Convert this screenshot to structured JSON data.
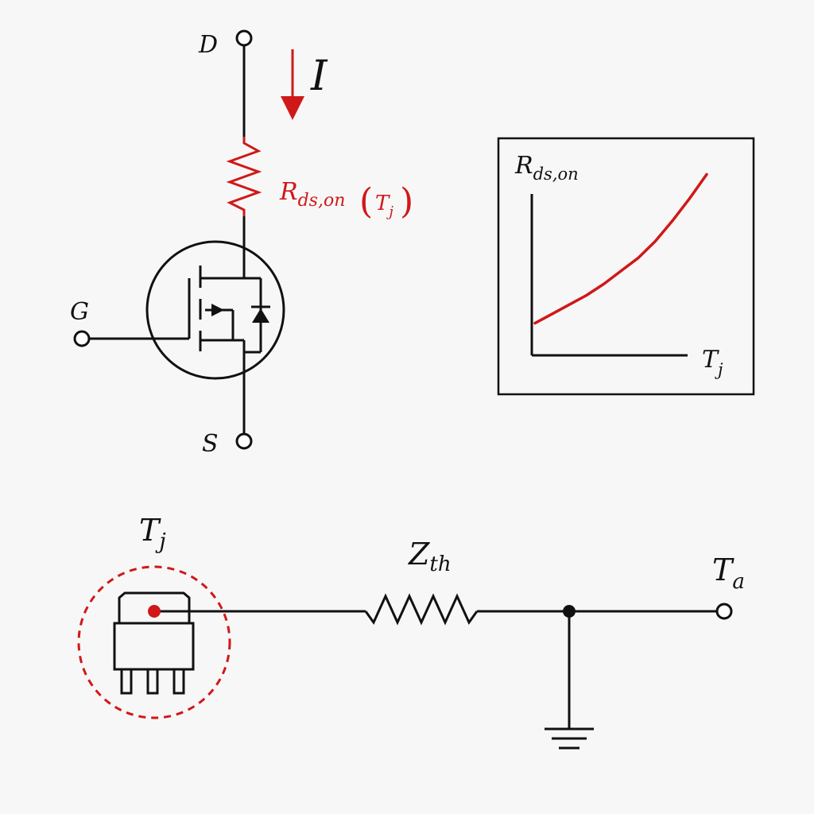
{
  "colors": {
    "ink": "#111111",
    "accent": "#d01818",
    "background": "#f7f7f7"
  },
  "mosfet": {
    "drain": {
      "main": "D"
    },
    "gate": {
      "main": "G"
    },
    "source": {
      "main": "S"
    },
    "current": {
      "main": "I"
    },
    "resistor": {
      "main": "R",
      "sub": "ds,on",
      "arg": "T",
      "arg_sub": "j"
    }
  },
  "chart": {
    "ylabel": {
      "main": "R",
      "sub": "ds,on"
    },
    "xlabel": {
      "main": "T",
      "sub": "j"
    }
  },
  "chart_data": {
    "type": "line",
    "title": "",
    "xlabel": "T_j",
    "ylabel": "R_ds,on",
    "grid": false,
    "series": [
      {
        "x": [
          0,
          0.1,
          0.2,
          0.3,
          0.4,
          0.5,
          0.6,
          0.7,
          0.8,
          0.9,
          1.0
        ],
        "y": [
          0.16,
          0.21,
          0.26,
          0.31,
          0.37,
          0.44,
          0.51,
          0.6,
          0.71,
          0.83,
          0.96
        ],
        "color": "#d01818"
      }
    ]
  },
  "thermal": {
    "junction": {
      "main": "T",
      "sub": "j"
    },
    "impedance": {
      "main": "Z",
      "sub": "th"
    },
    "ambient": {
      "main": "T",
      "sub": "a"
    }
  }
}
